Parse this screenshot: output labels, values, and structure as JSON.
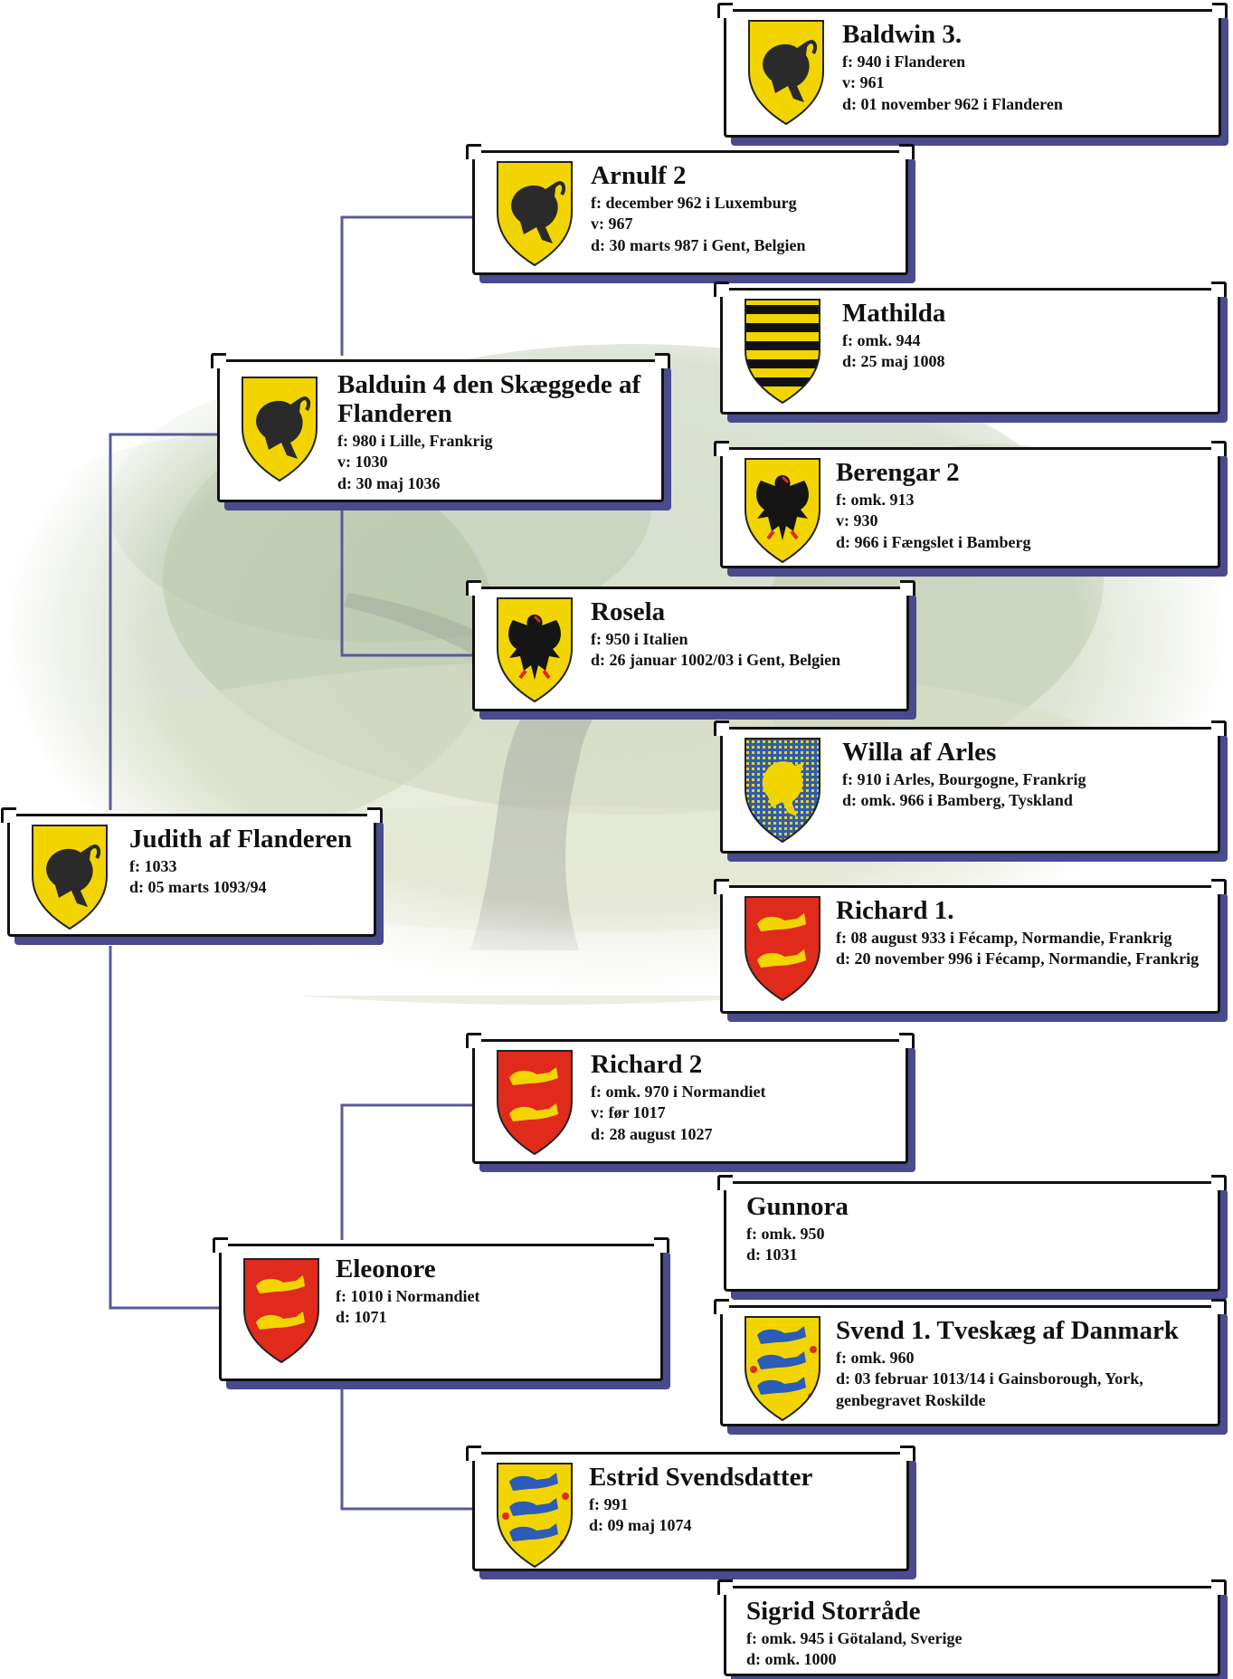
{
  "people": [
    {
      "id": "baldwin3",
      "name": "Baldwin 3.",
      "details": [
        "f: 940 i Flanderen",
        "v: 961",
        "d: 01 november 962 i Flanderen"
      ],
      "coat": "lion-yellow"
    },
    {
      "id": "arnulf2",
      "name": "Arnulf 2",
      "details": [
        "f: december 962 i Luxemburg",
        "v: 967",
        "d: 30 marts 987 i Gent, Belgien"
      ],
      "coat": "lion-yellow"
    },
    {
      "id": "mathilda",
      "name": "Mathilda",
      "details": [
        "f: omk. 944",
        "d: 25 maj 1008"
      ],
      "coat": "stripes-black-yellow"
    },
    {
      "id": "balduin4",
      "name": "Balduin 4 den Skæggede af Flanderen",
      "details": [
        "f: 980 i Lille, Frankrig",
        "v: 1030",
        "d: 30 maj 1036"
      ],
      "coat": "lion-yellow"
    },
    {
      "id": "berengar2",
      "name": "Berengar 2",
      "details": [
        "f: omk. 913",
        "v: 930",
        "d: 966 i Fængslet i Bamberg"
      ],
      "coat": "eagle-yellow"
    },
    {
      "id": "rosela",
      "name": "Rosela",
      "details": [
        "f: 950 i Italien",
        "d: 26 januar 1002/03 i Gent, Belgien"
      ],
      "coat": "eagle-yellow"
    },
    {
      "id": "willa",
      "name": "Willa af Arles",
      "details": [
        "f: 910 i Arles, Bourgogne, Frankrig",
        "d: omk. 966 i Bamberg, Tyskland"
      ],
      "coat": "lion-blue"
    },
    {
      "id": "judith",
      "name": "Judith af Flanderen",
      "details": [
        "f: 1033",
        "d: 05 marts 1093/94"
      ],
      "coat": "lion-yellow"
    },
    {
      "id": "richard1",
      "name": "Richard 1.",
      "details": [
        "f: 08 august 933 i Fécamp, Normandie, Frankrig",
        "d: 20 november 996 i Fécamp, Normandie, Frankrig"
      ],
      "coat": "leopards-red"
    },
    {
      "id": "richard2",
      "name": "Richard 2",
      "details": [
        "f: omk. 970 i Normandiet",
        "v: før 1017",
        "d: 28 august 1027"
      ],
      "coat": "leopards-red"
    },
    {
      "id": "gunnora",
      "name": "Gunnora",
      "details": [
        "f: omk. 950",
        "d: 1031"
      ],
      "coat": ""
    },
    {
      "id": "eleonore",
      "name": "Eleonore",
      "details": [
        "f: 1010 i Normandiet",
        "d: 1071"
      ],
      "coat": "leopards-red"
    },
    {
      "id": "svend1",
      "name": "Svend 1. Tveskæg af Danmark",
      "details": [
        "f: omk. 960",
        "d: 03 februar 1013/14 i Gainsborough, York, genbegravet Roskilde"
      ],
      "coat": "lions-danish"
    },
    {
      "id": "estrid",
      "name": "Estrid Svendsdatter",
      "details": [
        "f: 991",
        "d: 09 maj 1074"
      ],
      "coat": "lions-danish"
    },
    {
      "id": "sigrid",
      "name": "Sigrid Storråde",
      "details": [
        "f: omk. 945 i Götaland, Sverige",
        "d: omk. 1000"
      ],
      "coat": ""
    }
  ],
  "colors": {
    "link": "#5a5a9a",
    "shadow": "#4a4a8e",
    "yellow": "#f2d500",
    "red": "#e02a1c",
    "blue": "#2b5cb8"
  }
}
